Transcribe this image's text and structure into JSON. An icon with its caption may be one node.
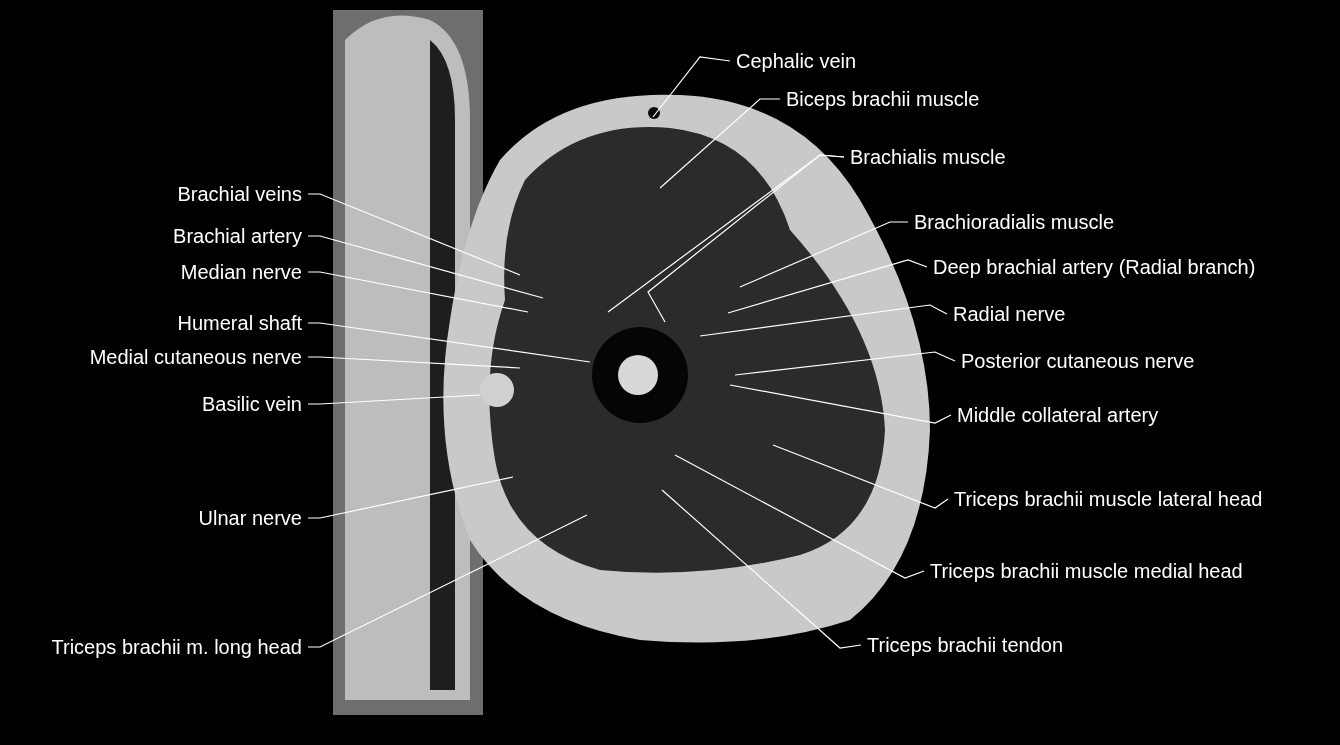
{
  "diagram": {
    "nodes": [
      {
        "text": [
          "Cephalic vein"
        ]
      },
      {
        "text": [
          "Biceps brachii muscle"
        ]
      },
      {
        "text": [
          "Brachialis muscle"
        ]
      },
      {
        "text": [
          "Brachial veins"
        ]
      },
      {
        "text": [
          "Brachioradialis muscle"
        ]
      },
      {
        "text": [
          "Brachial artery"
        ]
      },
      {
        "text": [
          "Deep brachial artery (Radial branch)"
        ]
      },
      {
        "text": [
          "Median nerve"
        ]
      },
      {
        "text": [
          "Radial nerve"
        ]
      },
      {
        "text": [
          "Humeral shaft"
        ]
      },
      {
        "text": [
          "Medial cutaneous nerve"
        ]
      },
      {
        "text": [
          "Posterior cutaneous nerve"
        ]
      },
      {
        "text": [
          "Basilic vein"
        ]
      },
      {
        "text": [
          "Middle collateral artery"
        ]
      },
      {
        "text": [
          "Triceps brachii muscle lateral head"
        ]
      },
      {
        "text": [
          "Ulnar nerve"
        ]
      },
      {
        "text": [
          "Triceps brachii muscle medial head"
        ]
      },
      {
        "text": [
          "Triceps brachii tendon"
        ]
      },
      {
        "text": [
          "Triceps brachii m. long head"
        ]
      }
    ],
    "edges": [
      {
        "from": 0,
        "to": null,
        "arrow": "none"
      },
      {
        "from": 1,
        "to": null,
        "arrow": "none"
      },
      {
        "from": 2,
        "to": null,
        "arrow": "none"
      },
      {
        "from": 2,
        "to": null,
        "arrow": "none"
      },
      {
        "from": 3,
        "to": null,
        "arrow": "none"
      },
      {
        "from": 4,
        "to": null,
        "arrow": "none"
      },
      {
        "from": 5,
        "to": null,
        "arrow": "none"
      },
      {
        "from": 6,
        "to": null,
        "arrow": "none"
      },
      {
        "from": 7,
        "to": null,
        "arrow": "none"
      },
      {
        "from": 8,
        "to": null,
        "arrow": "none"
      },
      {
        "from": 9,
        "to": null,
        "arrow": "none"
      },
      {
        "from": 10,
        "to": null,
        "arrow": "none"
      },
      {
        "from": 11,
        "to": null,
        "arrow": "none"
      },
      {
        "from": 12,
        "to": null,
        "arrow": "none"
      },
      {
        "from": 13,
        "to": null,
        "arrow": "none"
      },
      {
        "from": 14,
        "to": null,
        "arrow": "none"
      },
      {
        "from": 15,
        "to": null,
        "arrow": "none"
      },
      {
        "from": 16,
        "to": null,
        "arrow": "none"
      },
      {
        "from": 17,
        "to": null,
        "arrow": "none"
      },
      {
        "from": 18,
        "to": null,
        "arrow": "none"
      }
    ]
  }
}
